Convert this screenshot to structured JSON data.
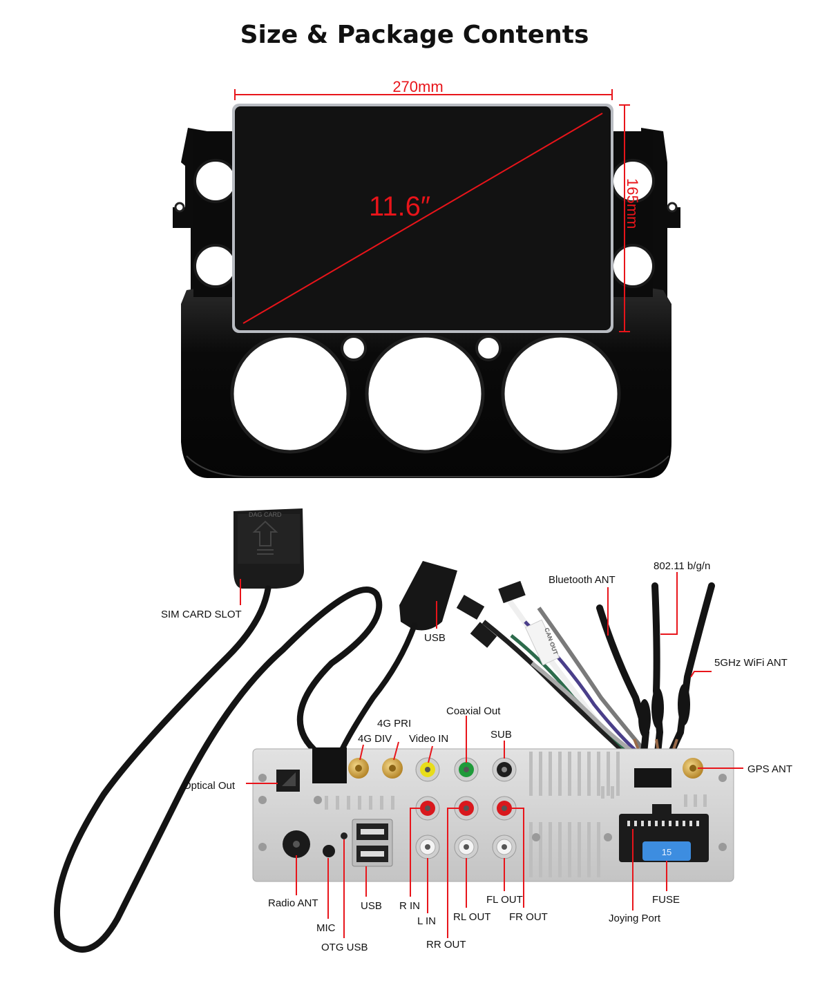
{
  "title": "Size & Package Contents",
  "dimensions": {
    "width": "270mm",
    "height": "165mm",
    "diagonal": "11.6″"
  },
  "labels": {
    "sim_card_slot": "SIM CARD SLOT",
    "usb_cable": "USB",
    "bluetooth_ant": "Bluetooth ANT",
    "wifi_24": "802.11 b/g/n",
    "wifi_5": "5GHz WiFi ANT",
    "gps_ant": "GPS ANT",
    "g4_pri": "4G PRI",
    "g4_div": "4G DIV",
    "video_in": "Video IN",
    "coaxial_out": "Coaxial Out",
    "sub": "SUB",
    "optical_out": "Optical Out",
    "radio_ant": "Radio ANT",
    "mic": "MIC",
    "otg_usb": "OTG USB",
    "usb_port": "USB",
    "r_in": "R IN",
    "l_in": "L IN",
    "rr_out": "RR OUT",
    "rl_out": "RL OUT",
    "fl_out": "FL OUT",
    "fr_out": "FR OUT",
    "joying_port": "Joying Port",
    "fuse": "FUSE"
  },
  "cable_tags": {
    "can_out": "CAN OUT"
  },
  "fuse_value": "15",
  "colors": {
    "dimension": "#e8141a",
    "bezel": "#0b0b0b",
    "screen": "#121212",
    "chassis": "#d3d3d3",
    "gold": "#d6a640",
    "fuse_blue": "#3d8de0"
  }
}
